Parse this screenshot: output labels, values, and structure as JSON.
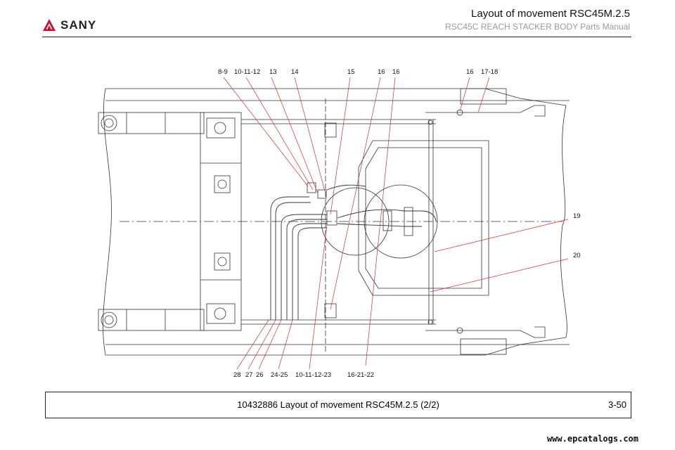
{
  "header": {
    "brand": "SANY",
    "title": "Layout of movement RSC45M.2.5",
    "subtitle": "RSC45C REACH STACKER BODY Parts Manual"
  },
  "callouts_top": [
    "8-9",
    "10-11-12",
    "13",
    "14",
    "15",
    "16",
    "16",
    "16",
    "17-18"
  ],
  "callouts_right": [
    "19",
    "20"
  ],
  "callouts_bottom": [
    "28",
    "27",
    "26",
    "24-25",
    "10-11-12-23",
    "16-21-22"
  ],
  "caption": {
    "text": "10432886 Layout of movement RSC45M.2.5 (2/2)",
    "page": "3-50"
  },
  "footer": {
    "url": "www.epcatalogs.com"
  }
}
